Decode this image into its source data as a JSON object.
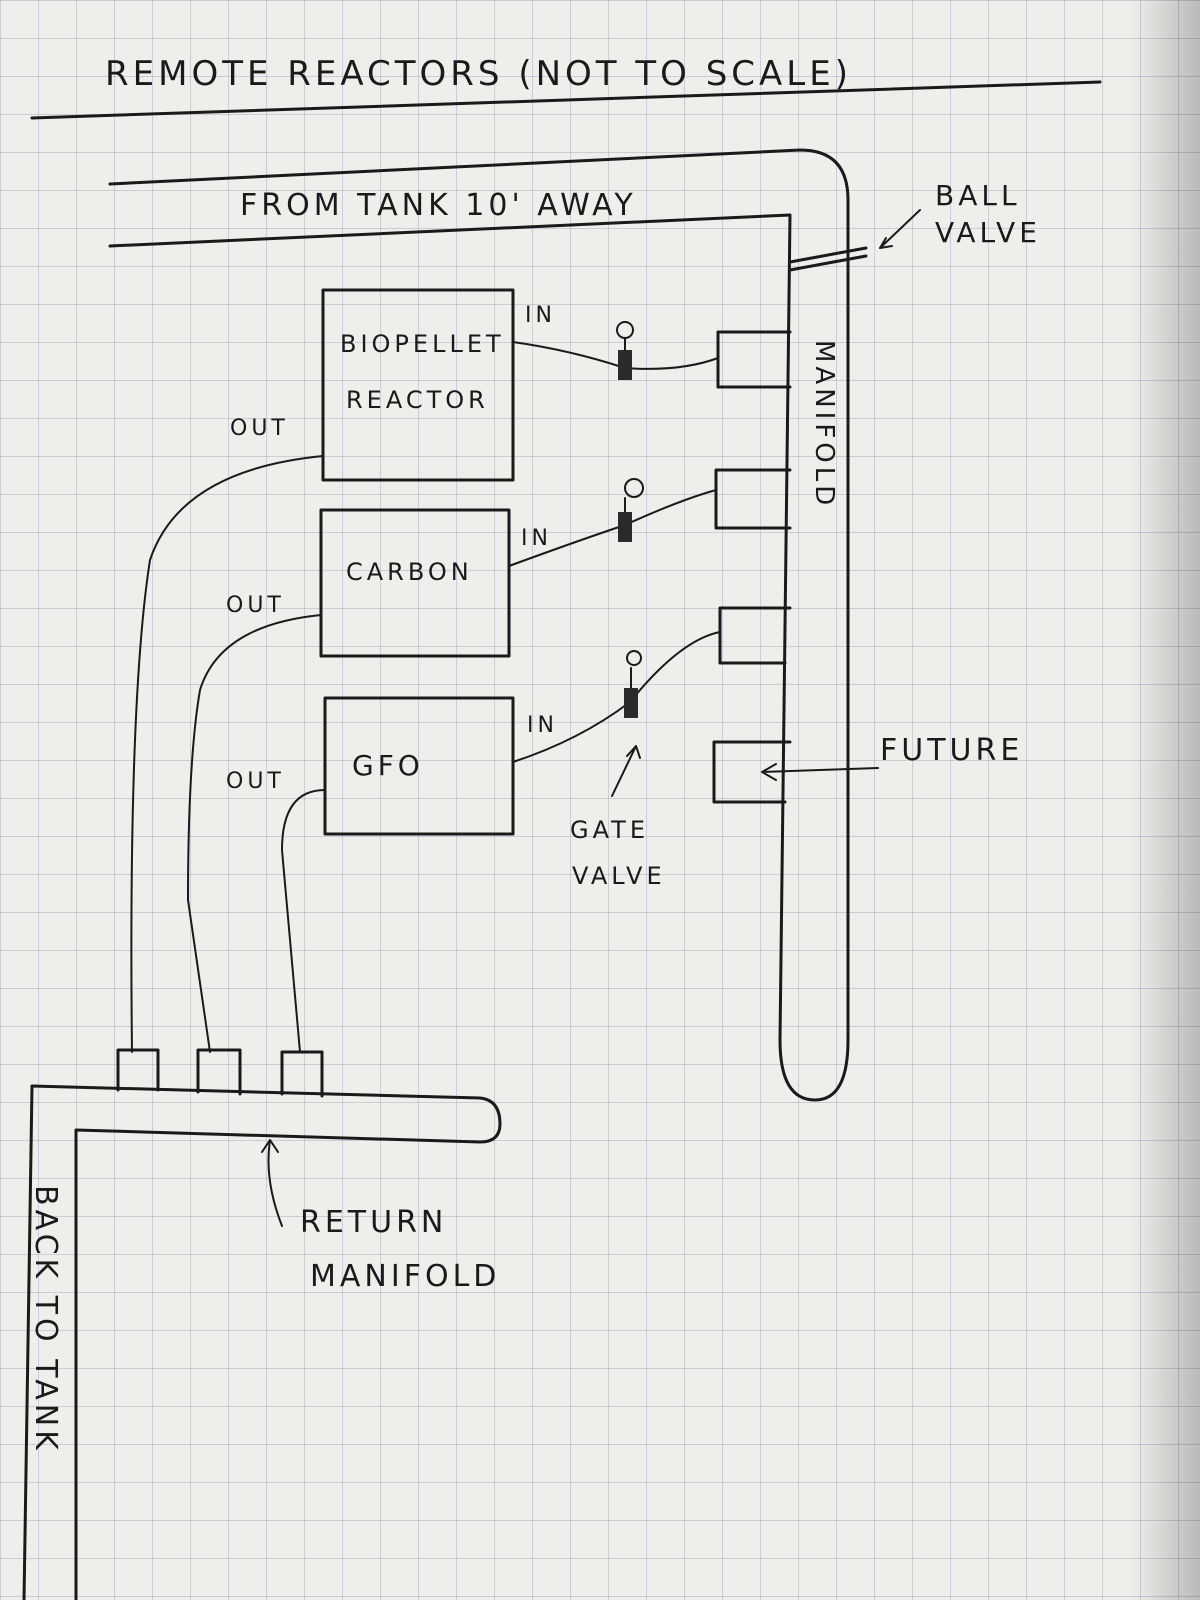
{
  "sketch": {
    "title": "REMOTE REACTORS (NOT TO SCALE)",
    "supply_line_label": "FROM TANK 10' AWAY",
    "ball_valve_label": [
      "BALL",
      "VALVE"
    ],
    "manifold_label": "MANIFOLD",
    "reactors": [
      {
        "name_lines": [
          "BIOPELLET",
          "REACTOR"
        ],
        "in_label": "IN",
        "out_label": "OUT"
      },
      {
        "name_lines": [
          "CARBON"
        ],
        "in_label": "IN",
        "out_label": "OUT"
      },
      {
        "name_lines": [
          "GFO"
        ],
        "in_label": "IN",
        "out_label": "OUT"
      }
    ],
    "future_label": "FUTURE",
    "gate_valve_label": [
      "GATE",
      "VALVE"
    ],
    "return_manifold_label": [
      "RETURN",
      "MANIFOLD"
    ],
    "back_to_tank_label": "BACK TO TANK"
  }
}
